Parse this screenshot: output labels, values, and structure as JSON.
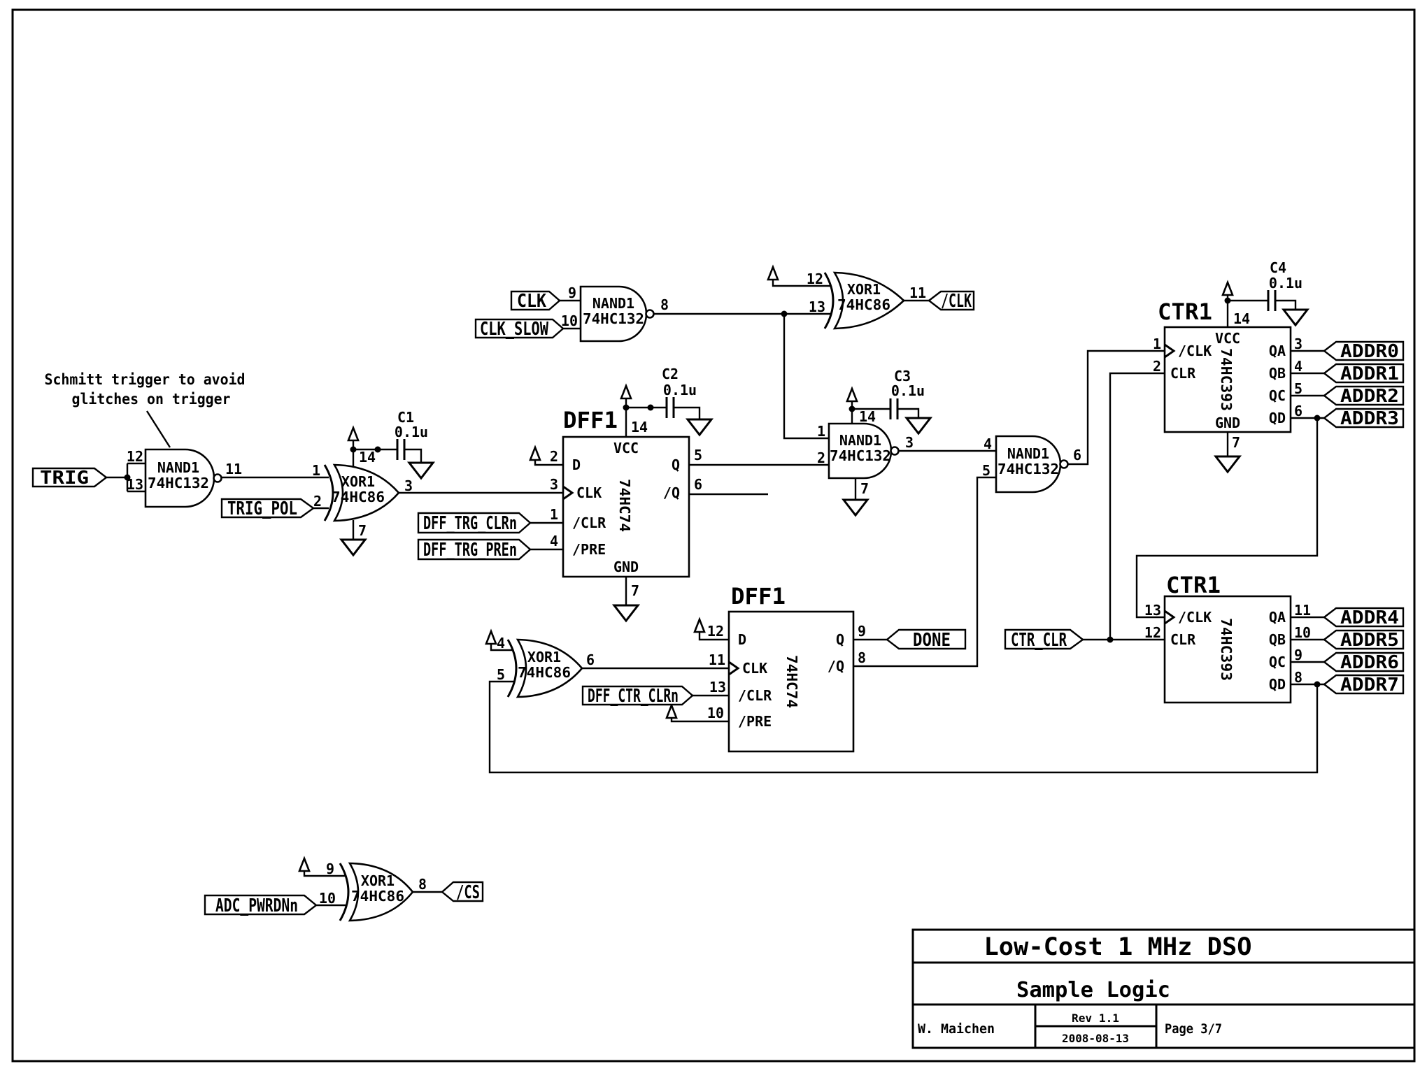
{
  "schematic": {
    "annotation": {
      "line1": "Schmitt trigger to avoid",
      "line2": "glitches on trigger"
    },
    "nets": {
      "trig": "TRIG",
      "trig_pol": "TRIG_POL",
      "clk": "CLK",
      "clk_slow": "CLK_SLOW",
      "clk_n": "/CLK",
      "dff_trg_clrn": "DFF_TRG_CLRn",
      "dff_trg_pren": "DFF_TRG_PREn",
      "dff_ctr_clrn": "DFF_CTR_CLRn",
      "done": "DONE",
      "ctr_clr": "CTR_CLR",
      "adc_pwrdnn": "ADC_PWRDNn",
      "cs_n": "/CS",
      "addr": [
        "ADDR0",
        "ADDR1",
        "ADDR2",
        "ADDR3",
        "ADDR4",
        "ADDR5",
        "ADDR6",
        "ADDR7"
      ]
    },
    "gates": {
      "nand_trig": {
        "ref": "NAND1",
        "part": "74HC132",
        "pin_in1": "12",
        "pin_in2": "13",
        "pin_out": "11"
      },
      "xor_trig": {
        "ref": "XOR1",
        "part": "74HC86",
        "pin_in1": "1",
        "pin_in2": "2",
        "pin_out": "3",
        "pin_vcc": "14",
        "pin_gnd": "7"
      },
      "nand_clk": {
        "ref": "NAND1",
        "part": "74HC132",
        "pin_in1": "9",
        "pin_in2": "10",
        "pin_out": "8"
      },
      "xor_clk": {
        "ref": "XOR1",
        "part": "74HC86",
        "pin_in1": "12",
        "pin_in2": "13",
        "pin_out": "11"
      },
      "nand_mid": {
        "ref": "NAND1",
        "part": "74HC132",
        "pin_in1": "1",
        "pin_in2": "2",
        "pin_out": "3",
        "pin_vcc": "14",
        "pin_gnd": "7"
      },
      "nand_out": {
        "ref": "NAND1",
        "part": "74HC132",
        "pin_in1": "4",
        "pin_in2": "5",
        "pin_out": "6"
      },
      "xor_ctr": {
        "ref": "XOR1",
        "part": "74HC86",
        "pin_in1": "4",
        "pin_in2": "5",
        "pin_out": "6"
      },
      "xor_cs": {
        "ref": "XOR1",
        "part": "74HC86",
        "pin_in1": "9",
        "pin_in2": "10",
        "pin_out": "8"
      }
    },
    "dff_trg": {
      "ref": "DFF1",
      "part": "74HC74",
      "lbl_vcc": "VCC",
      "lbl_gnd": "GND",
      "lbl_d": "D",
      "lbl_clk": "CLK",
      "lbl_clr": "/CLR",
      "lbl_pre": "/PRE",
      "lbl_q": "Q",
      "lbl_qn": "/Q",
      "pin_d": "2",
      "pin_clk": "3",
      "pin_clr": "1",
      "pin_pre": "4",
      "pin_vcc": "14",
      "pin_gnd": "7",
      "pin_q": "5",
      "pin_qn": "6"
    },
    "dff_ctr": {
      "ref": "DFF1",
      "part": "74HC74",
      "lbl_d": "D",
      "lbl_clk": "CLK",
      "lbl_clr": "/CLR",
      "lbl_pre": "/PRE",
      "lbl_q": "Q",
      "lbl_qn": "/Q",
      "pin_d": "12",
      "pin_clk": "11",
      "pin_clr": "13",
      "pin_pre": "10",
      "pin_q": "9",
      "pin_qn": "8"
    },
    "ctr_lo": {
      "ref": "CTR1",
      "part": "74HC393",
      "lbl_clk": "/CLK",
      "lbl_clr": "CLR",
      "lbl_vcc": "VCC",
      "lbl_gnd": "GND",
      "lbl_qa": "QA",
      "lbl_qb": "QB",
      "lbl_qc": "QC",
      "lbl_qd": "QD",
      "pin_clk": "1",
      "pin_clr": "2",
      "pin_vcc": "14",
      "pin_gnd": "7",
      "pin_qa": "3",
      "pin_qb": "4",
      "pin_qc": "5",
      "pin_qd": "6"
    },
    "ctr_hi": {
      "ref": "CTR1",
      "part": "74HC393",
      "lbl_clk": "/CLK",
      "lbl_clr": "CLR",
      "lbl_qa": "QA",
      "lbl_qb": "QB",
      "lbl_qc": "QC",
      "lbl_qd": "QD",
      "pin_clk": "13",
      "pin_clr": "12",
      "pin_qa": "11",
      "pin_qb": "10",
      "pin_qc": "9",
      "pin_qd": "8"
    },
    "capacitors": {
      "c1": {
        "ref": "C1",
        "value": "0.1u"
      },
      "c2": {
        "ref": "C2",
        "value": "0.1u"
      },
      "c3": {
        "ref": "C3",
        "value": "0.1u"
      },
      "c4": {
        "ref": "C4",
        "value": "0.1u"
      }
    }
  },
  "title_block": {
    "title": "Low-Cost 1 MHz DSO",
    "subtitle": "Sample Logic",
    "author": "W. Maichen",
    "rev": "Rev 1.1",
    "date": "2008-08-13",
    "page": "Page 3/7"
  }
}
